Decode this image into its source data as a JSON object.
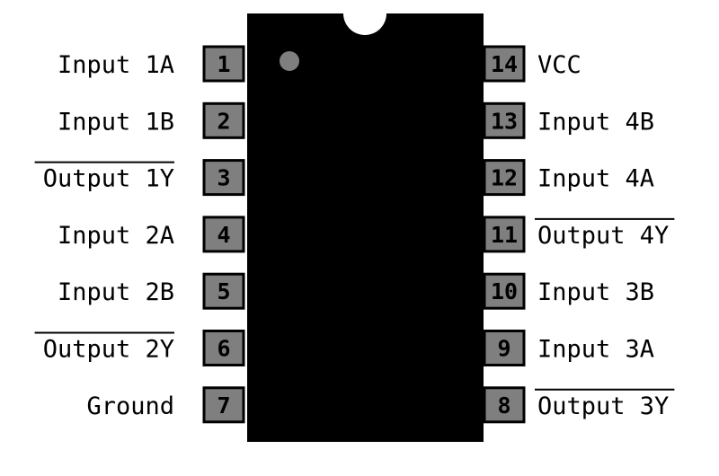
{
  "colors": {
    "chip_body": "#000000",
    "pin_fill": "#7f7f7f",
    "pin_border": "#000000",
    "notch": "#ffffff",
    "pin1_dot": "#7f7f7f",
    "background": "#ffffff"
  },
  "pins": [
    {
      "number": "1",
      "label": "Input 1A",
      "inverted": false
    },
    {
      "number": "2",
      "label": "Input 1B",
      "inverted": false
    },
    {
      "number": "3",
      "label": "Output 1Y",
      "inverted": true
    },
    {
      "number": "4",
      "label": "Input 2A",
      "inverted": false
    },
    {
      "number": "5",
      "label": "Input 2B",
      "inverted": false
    },
    {
      "number": "6",
      "label": "Output 2Y",
      "inverted": true
    },
    {
      "number": "7",
      "label": "Ground",
      "inverted": false
    },
    {
      "number": "8",
      "label": "Output 3Y",
      "inverted": true
    },
    {
      "number": "9",
      "label": "Input 3A",
      "inverted": false
    },
    {
      "number": "10",
      "label": "Input 3B",
      "inverted": false
    },
    {
      "number": "11",
      "label": "Output 4Y",
      "inverted": true
    },
    {
      "number": "12",
      "label": "Input 4A",
      "inverted": false
    },
    {
      "number": "13",
      "label": "Input 4B",
      "inverted": false
    },
    {
      "number": "14",
      "label": "VCC",
      "inverted": false
    }
  ]
}
